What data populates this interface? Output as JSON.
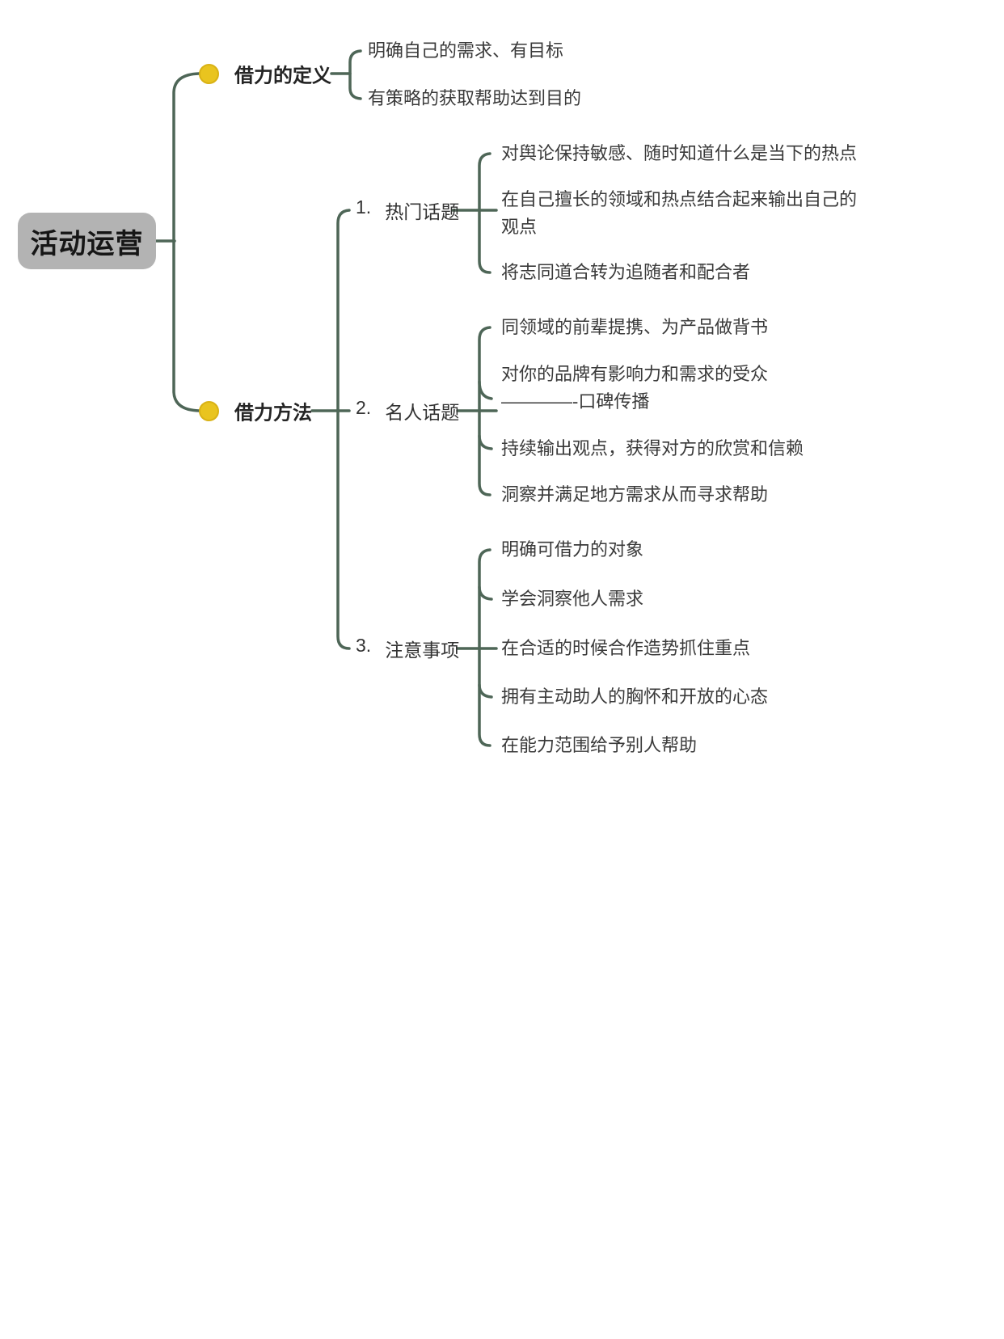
{
  "root": {
    "title": "活动运营"
  },
  "branches": [
    {
      "bullet_icon": "yellow-dot",
      "label": "借力的定义",
      "children": [
        "明确自己的需求、有目标",
        "有策略的获取帮助达到目的"
      ]
    },
    {
      "bullet_icon": "yellow-dot",
      "label": "借力方法",
      "groups": [
        {
          "number": "1.",
          "label": "热门话题",
          "children": [
            "对舆论保持敏感、随时知道什么是当下的热点",
            "在自己擅长的领域和热点结合起来输出自己的\n观点",
            "将志同道合转为追随者和配合者"
          ]
        },
        {
          "number": "2.",
          "label": "名人话题",
          "children": [
            "同领域的前辈提携、为产品做背书",
            "对你的品牌有影响力和需求的受众\n————-口碑传播",
            "持续输出观点，获得对方的欣赏和信赖",
            "洞察并满足地方需求从而寻求帮助"
          ]
        },
        {
          "number": "3.",
          "label": "注意事项",
          "children": [
            "明确可借力的对象",
            "学会洞察他人需求",
            "在合适的时候合作造势抓住重点",
            "拥有主动助人的胸怀和开放的心态",
            "在能力范围给予别人帮助"
          ]
        }
      ]
    }
  ],
  "colors": {
    "background": "#ffffff",
    "connector_line": "#4e6657",
    "bullet_yellow": "#e9c41f",
    "root_node_bg": "#b3b3b3",
    "text": "#3a3a3a"
  }
}
